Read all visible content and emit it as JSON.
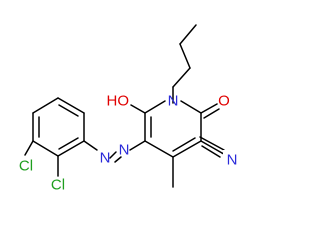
{
  "molecule": {
    "atoms": {
      "N1": {
        "label": "N",
        "color": "#2b2bd9"
      },
      "HO": {
        "label": "HO",
        "color": "#e00000"
      },
      "O2": {
        "label": "O",
        "color": "#e00000"
      },
      "N_azo1": {
        "label": "N",
        "color": "#2b2bd9"
      },
      "N_azo2": {
        "label": "N",
        "color": "#2b2bd9"
      },
      "N_cn": {
        "label": "N",
        "color": "#2b2bd9"
      },
      "Cl_a": {
        "label": "Cl",
        "color": "#1e9e1e"
      },
      "Cl_b": {
        "label": "Cl",
        "color": "#1e9e1e"
      }
    },
    "bond_color": "#000000"
  }
}
